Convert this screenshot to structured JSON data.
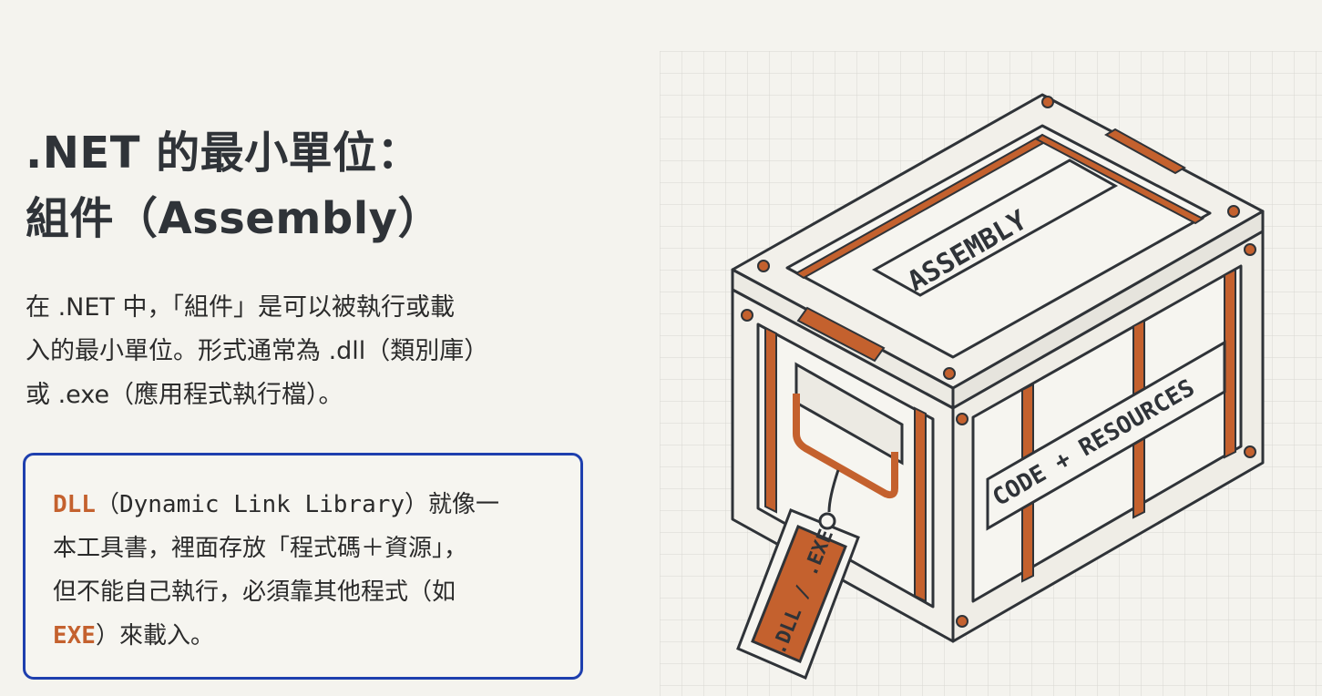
{
  "title": {
    "line1": ".NET 的最小單位：",
    "line2": "組件（Assembly）"
  },
  "description": {
    "line1": "在 .NET 中，「組件」是可以被執行或載",
    "line2": "入的最小單位。形式通常為 .dll（類別庫）",
    "line3": "或 .exe（應用程式執行檔）。"
  },
  "callout": {
    "line1_hl": "DLL",
    "line1_rest": "（Dynamic Link Library）就像一",
    "line2": "本工具書，裡面存放「程式碼＋資源」，",
    "line3": "但不能自己執行，必須靠其他程式（如",
    "line4_hl": "EXE",
    "line4_rest": "）來載入。",
    "border_color": "#1e3fae",
    "highlight_color": "#c4612e"
  },
  "illustration": {
    "lid_label": "ASSEMBLY",
    "side_label": "CODE + RESOURCES",
    "tag_label": ".DLL / .EXE",
    "accent_color": "#c4612e",
    "line_color": "#2f3338",
    "icon": "crate-icon"
  }
}
